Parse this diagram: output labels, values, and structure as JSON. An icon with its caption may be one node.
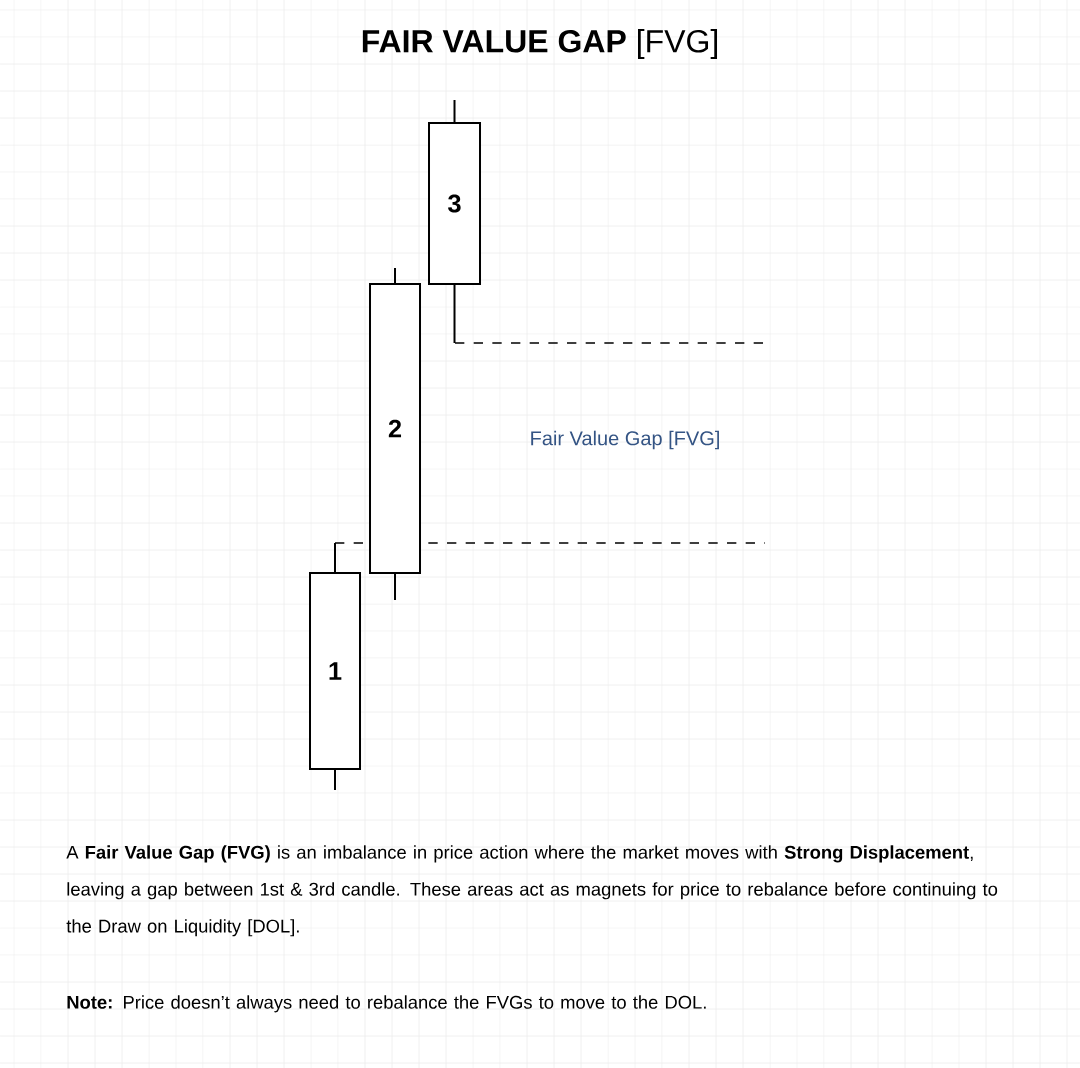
{
  "diagram": {
    "title": "**FAIR VALUE GAP** [FVG]",
    "nodes": [
      {
        "text": [
          "1"
        ]
      },
      {
        "text": [
          "2"
        ]
      },
      {
        "text": [
          "3"
        ]
      }
    ],
    "labels": [
      "Fair Value Gap [FVG]",
      "A **Fair Value Gap (FVG)** is an imbalance in price action where the market moves with **Strong Displacement**, leaving a gap between 1st & 3rd candle. These areas act as magnets for price to rebalance before continuing to the Draw on Liquidity [DOL].",
      "**Note:** Price doesn’t always need to rebalance the FVGs to move to the DOL."
    ]
  }
}
